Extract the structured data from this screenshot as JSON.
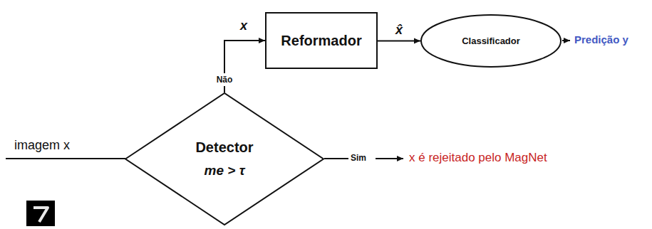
{
  "diagram": {
    "nodes": [
      {
        "text": [
          "Reformador"
        ]
      },
      {
        "text": [
          "Classificador"
        ]
      },
      {
        "text": [
          "Detector",
          "me > τ"
        ]
      }
    ],
    "edges": [
      {
        "from": 2,
        "to": 0,
        "arrow": "to",
        "label": "Não"
      },
      {
        "from": 0,
        "to": 1,
        "arrow": "to",
        "label": "x̂"
      }
    ],
    "labels": [
      "imagem x",
      "x",
      "Sim",
      "x é rejeitado pelo MagNet",
      "Predição y"
    ]
  }
}
